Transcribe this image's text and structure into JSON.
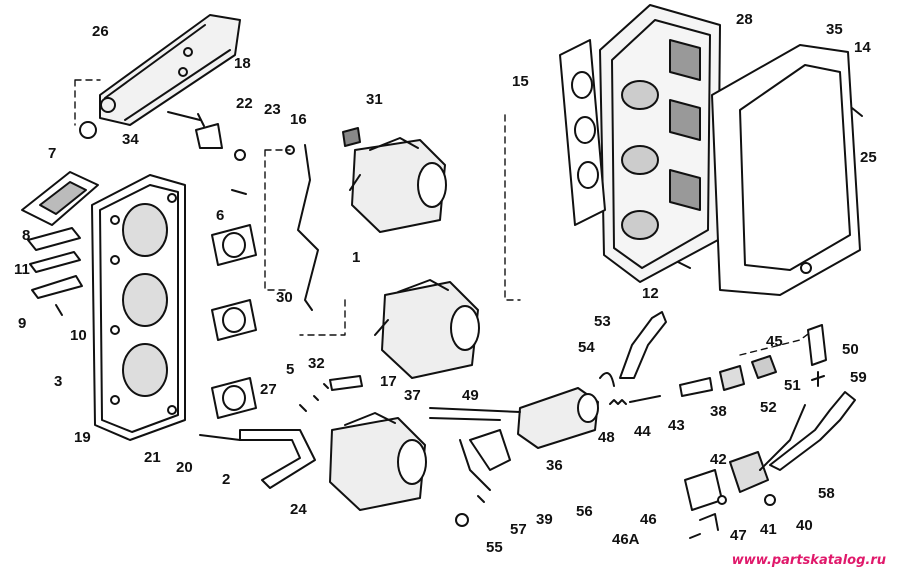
{
  "diagram": {
    "watermark": "www.partskatalog.ru",
    "watermark_color": "#e0196b",
    "ink_color": "#111111",
    "callouts": [
      "1",
      "2",
      "3",
      "5",
      "6",
      "7",
      "8",
      "9",
      "10",
      "11",
      "12",
      "14",
      "15",
      "16",
      "17",
      "18",
      "19",
      "20",
      "21",
      "22",
      "23",
      "24",
      "25",
      "26",
      "27",
      "28",
      "30",
      "31",
      "32",
      "34",
      "35",
      "36",
      "37",
      "38",
      "39",
      "40",
      "41",
      "42",
      "43",
      "44",
      "45",
      "46",
      "46A",
      "47",
      "48",
      "49",
      "50",
      "51",
      "52",
      "53",
      "54",
      "55",
      "56",
      "57",
      "58",
      "59"
    ]
  }
}
